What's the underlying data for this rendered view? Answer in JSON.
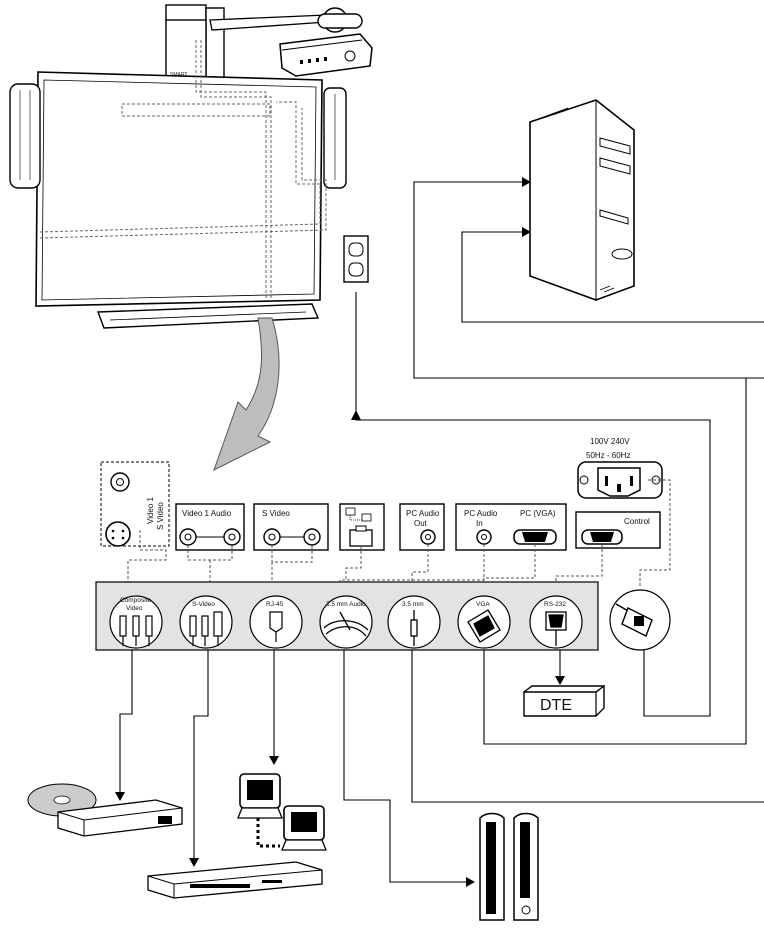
{
  "power": {
    "voltage": "100V 240V",
    "frequency": "50Hz - 60Hz"
  },
  "panel": {
    "video1": "Video 1",
    "s_video_side": "S Video",
    "video1_audio": "Video 1 Audio",
    "s_video": "S Video",
    "pc_audio_out_1": "PC Audio",
    "pc_audio_out_2": "Out",
    "pc_audio_in_1": "PC Audio",
    "pc_audio_in_2": "In",
    "pc_vga": "PC (VGA)",
    "control": "Control"
  },
  "cables": {
    "composite_1": "Composite",
    "composite_2": "Video",
    "s_video": "S-Video",
    "rj45": "RJ-45",
    "audio_35": "3.5 mm Audio",
    "mm35": "3.5 mm",
    "vga": "VGA",
    "rs232": "RS-232"
  },
  "devices": {
    "dte": "DTE"
  },
  "icons": [
    "interactive-whiteboard-icon",
    "projector-icon",
    "wall-outlet-icon",
    "computer-tower-icon",
    "dvd-player-icon",
    "vcr-icon",
    "network-computers-icon",
    "speakers-icon",
    "power-plug-icon"
  ]
}
